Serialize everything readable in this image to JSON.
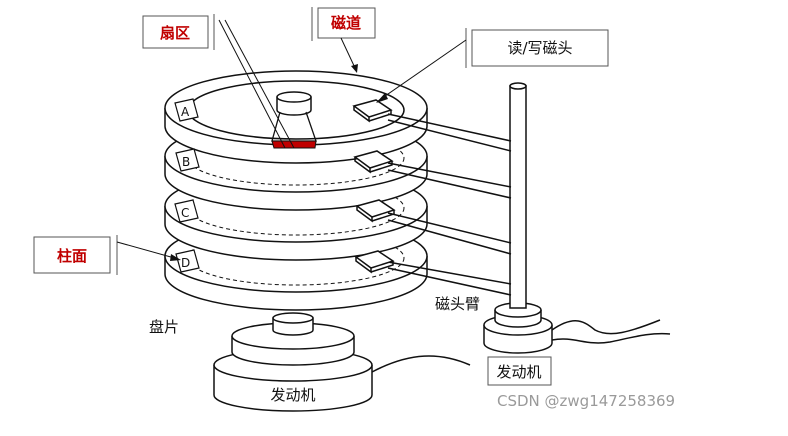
{
  "labels": {
    "sector": "扇区",
    "track": "磁道",
    "head": "读/写磁头",
    "cylinder": "柱面",
    "arm": "磁头臂",
    "platter": "盘片",
    "motor_left": "发动机",
    "motor_right": "发动机"
  },
  "platter_letters": [
    "A",
    "B",
    "C",
    "D"
  ],
  "watermark": "CSDN @zwg147258369",
  "colors": {
    "highlight": "#c00000",
    "line": "#111111",
    "watermark": "#9a9a9a"
  }
}
